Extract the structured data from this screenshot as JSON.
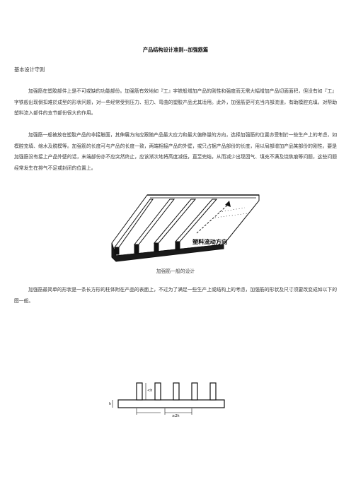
{
  "document": {
    "title": "产品结构设计准则--加强筋篇",
    "section_heading": "基本设计守则",
    "paragraphs": [
      "加强筋在塑胶部件上是不可或缺的功能部份。加强筋有效地如『工』字铁般增加产品的刚性和强度而无需大幅增加产品切面面积，但没有如『工』字铁般出现倒扣难於成型的形状问题，对一些经常受到压力、扭力、弯曲的塑胶产品尤其适用。此外，加强筋更可充当内部流道，有助模腔充填，对帮助塑料流入部件的支节部份很大的作用。",
      "加强筋一般被放在塑胶产品的非接触面，其伸展方向应跟随产品最大应力和最大偏移量的方向，选择加强筋的位置亦受制於一些生产上的考虑，如模腔充填、缩水及脱模等。加强筋的长度可与产品的长度一致，两端相接产品的外壁，或只占据产品部份的长度，用以局部增加产品某部份的刚性。要是加强筋没有接上产品外壁的话，末端部份亦不应突然终止，应该渐次地将高度减低，直至完结，从而减少出现困气、填充不满及烧焦痕等问题，这些问题经常发生在排气不足或封闭的位置上。",
      "加强筋最简单的形状是一条长方形的柱体附在产品的表面上，不过为了满足一些生产上或结构上的考虑，加强筋的形状及尺寸须要改变成如以下的图一般。"
    ],
    "figure1": {
      "label": "塑料流动方向",
      "caption": "加强筋一般的设计"
    },
    "figure2": {
      "dim_height": "<h",
      "dim_base": "h",
      "dim_pitch": "≥2h"
    }
  }
}
